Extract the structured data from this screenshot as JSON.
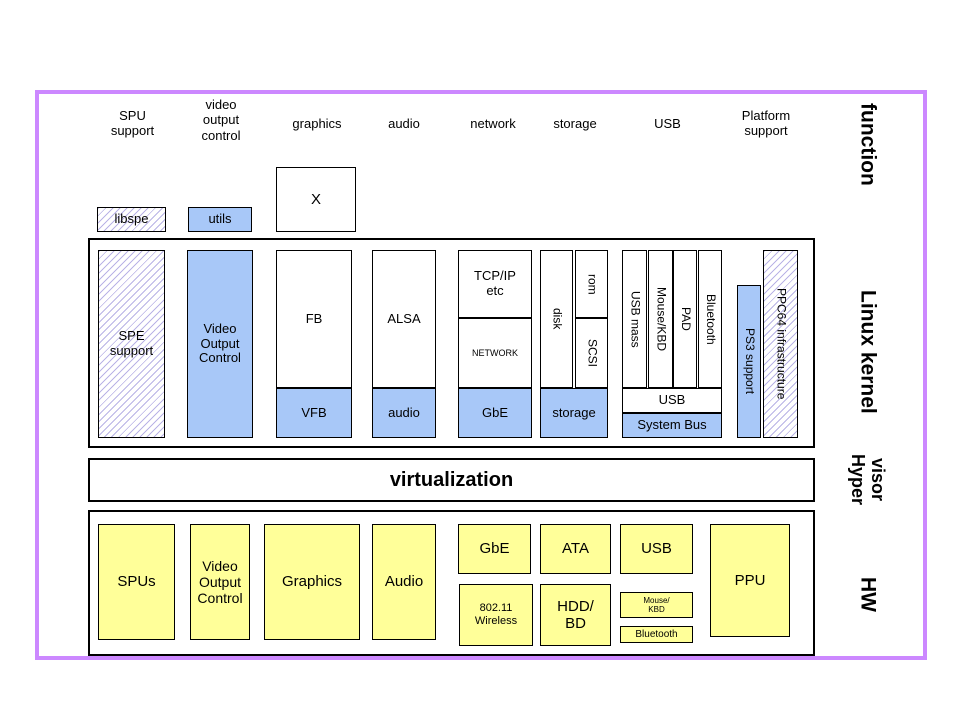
{
  "colors": {
    "frame_border": "#cc88ff",
    "blue_box": "#a8c8f8",
    "yellow_box": "#ffff99",
    "hatch_line": "#b9b3e6"
  },
  "headers": {
    "spu_support": "SPU\nsupport",
    "video_output_control": "video\noutput\ncontrol",
    "graphics": "graphics",
    "audio": "audio",
    "network": "network",
    "storage": "storage",
    "usb": "USB",
    "platform_support": "Platform\nsupport"
  },
  "userland": {
    "libspe": "libspe",
    "utils": "utils",
    "x_server": "X"
  },
  "kernel": {
    "spe_support": "SPE\nsupport",
    "video_output_control": "Video\nOutput\nControl",
    "fb": "FB",
    "vfb": "VFB",
    "alsa": "ALSA",
    "audio": "audio",
    "tcpip": "TCP/IP\netc",
    "network": "NETWORK",
    "gbe": "GbE",
    "disk": "disk",
    "rom": "rom",
    "scsi": "SCSI",
    "storage": "storage",
    "usb_mass": "USB mass",
    "mouse_kbd": "Mouse/KBD",
    "pad": "PAD",
    "bluetooth": "Bluetooth",
    "usb": "USB",
    "system_bus": "System Bus",
    "ps3_support": "PS3 support",
    "ppc64": "PPC64 infrastructure"
  },
  "hypervisor": {
    "virtualization": "virtualization"
  },
  "hw": {
    "spus": "SPUs",
    "video_output_control": "Video\nOutput\nControl",
    "graphics": "Graphics",
    "audio": "Audio",
    "gbe": "GbE",
    "wireless": "802.11\nWireless",
    "ata": "ATA",
    "hdd_bd": "HDD/\nBD",
    "usb": "USB",
    "mouse_kbd": "Mouse/\nKBD",
    "bluetooth": "Bluetooth",
    "ppu": "PPU"
  },
  "side": {
    "function": "function",
    "kernel": "Linux kernel",
    "hypervisor": "Hyper\nvisor",
    "hw": "HW"
  }
}
